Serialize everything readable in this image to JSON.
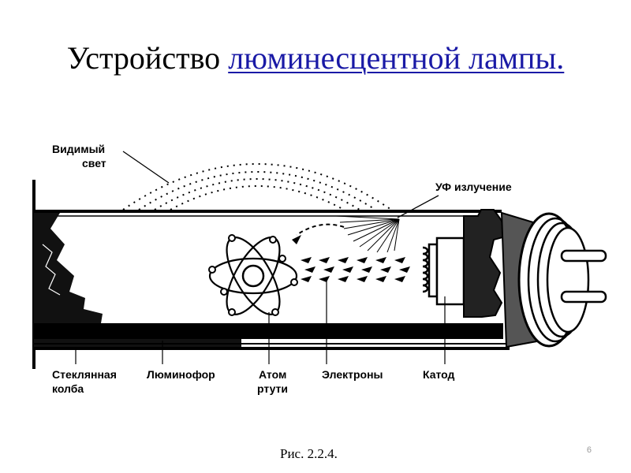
{
  "slide": {
    "title_main": "Устройство ",
    "title_link": "люминесцентной лампы.",
    "caption": "Рис. 2.2.4.",
    "page_number": "6"
  },
  "diagram": {
    "labels": {
      "visible_light_1": "Видимый",
      "visible_light_2": "свет",
      "uv": "УФ излучение",
      "glass_1": "Стеклянная",
      "glass_2": "колба",
      "phosphor": "Люминофор",
      "atom_1": "Атом",
      "atom_2": "ртути",
      "electrons": "Электроны",
      "cathode": "Катод"
    }
  },
  "colors": {
    "link": "#1a1aa6",
    "text": "#000000",
    "page_number": "#9a9a9a"
  }
}
